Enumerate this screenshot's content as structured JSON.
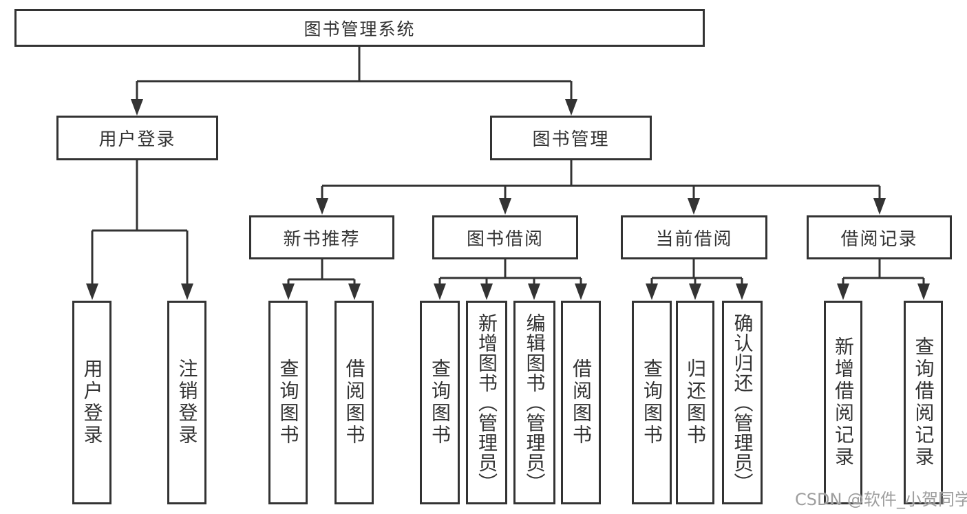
{
  "colors": {
    "line": "#333333",
    "box_border": "#333333",
    "text": "#333333",
    "watermark_text": "#9e9e9e"
  },
  "tree": {
    "root": {
      "label": "图书管理系统",
      "children": [
        {
          "label": "用户登录",
          "children": [
            {
              "label": "用户登录"
            },
            {
              "label": "注销登录"
            }
          ]
        },
        {
          "label": "图书管理",
          "children": [
            {
              "label": "新书推荐",
              "children": [
                {
                  "label": "查询图书"
                },
                {
                  "label": "借阅图书"
                }
              ]
            },
            {
              "label": "图书借阅",
              "children": [
                {
                  "label": "查询图书"
                },
                {
                  "label": "新增图书（管理员）"
                },
                {
                  "label": "编辑图书（管理员）"
                },
                {
                  "label": "借阅图书"
                }
              ]
            },
            {
              "label": "当前借阅",
              "children": [
                {
                  "label": "查询图书"
                },
                {
                  "label": "归还图书"
                },
                {
                  "label": "确认归还（管理员）"
                }
              ]
            },
            {
              "label": "借阅记录",
              "children": [
                {
                  "label": "新增借阅记录"
                },
                {
                  "label": "查询借阅记录"
                }
              ]
            }
          ]
        }
      ]
    }
  },
  "watermark": {
    "text": "CSDN @软件_小贺同学"
  }
}
